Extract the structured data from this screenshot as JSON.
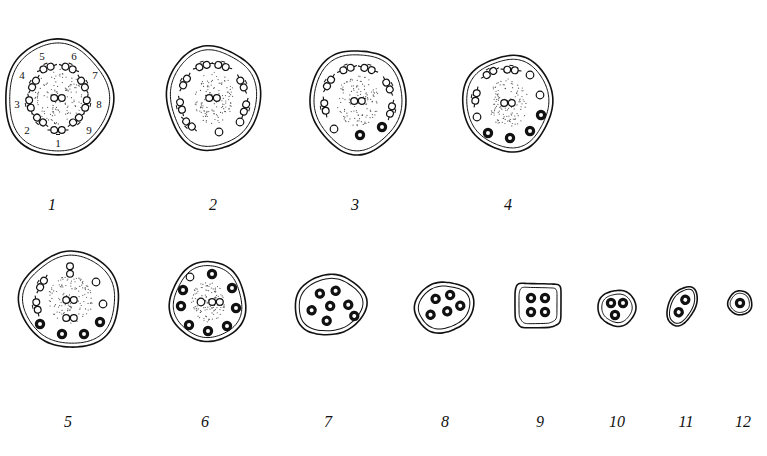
{
  "diagram": {
    "labels": [
      "5",
      "6",
      "4",
      "7",
      "3",
      "8",
      "2",
      "9",
      "1",
      "1",
      "2",
      "3",
      "4",
      "5",
      "6",
      "7",
      "8",
      "9",
      "10",
      "11",
      "12"
    ]
  }
}
